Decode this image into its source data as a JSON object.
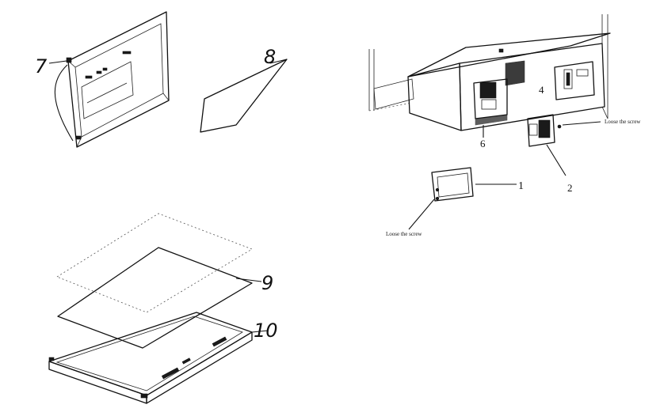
{
  "callouts": {
    "c1": "1",
    "c2": "2",
    "c4": "4",
    "c6": "6",
    "c7": "7",
    "c8": "8",
    "c9": "9",
    "c10": "10"
  },
  "notes": {
    "right_screw": "Loose the screw",
    "left_screw": "Loose the screw"
  }
}
